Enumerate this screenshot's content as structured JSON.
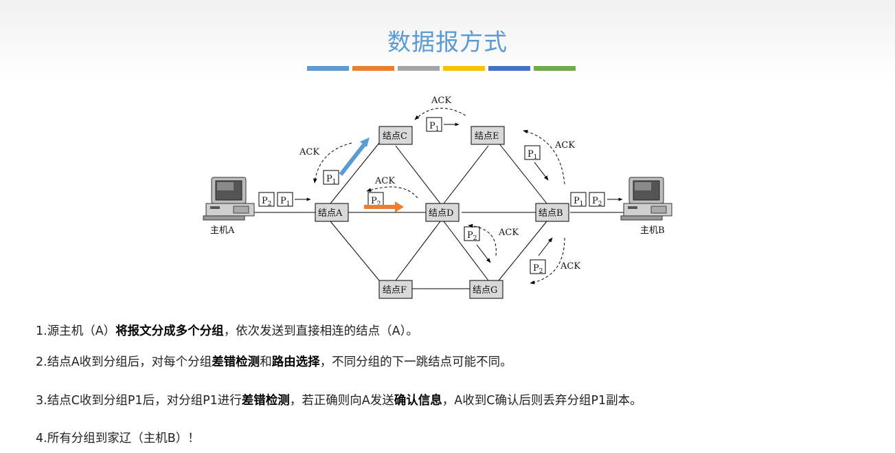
{
  "slide": {
    "title": "数据报方式"
  },
  "colors": {
    "title": "#5b9bd5",
    "accent_bars": [
      "#5b9bd5",
      "#ed7d31",
      "#a5a5a5",
      "#ffc000",
      "#4472c4",
      "#70ad47"
    ],
    "arrow_blue": "#5b9bd5",
    "arrow_orange": "#ed7d31",
    "node_fill": "#d9d9d9"
  },
  "diagram": {
    "hosts": {
      "a": "主机A",
      "b": "主机B"
    },
    "nodes": {
      "A": "结点A",
      "B": "结点B",
      "C": "结点C",
      "D": "结点D",
      "E": "结点E",
      "F": "结点F",
      "G": "结点G"
    },
    "packet_label": "P",
    "packet_subs": {
      "one": "1",
      "two": "2"
    },
    "ack": "ACK"
  },
  "steps": [
    {
      "n": "1.",
      "parts": [
        {
          "t": "源主机（A）",
          "b": false
        },
        {
          "t": "将报文分成多个分组",
          "b": true
        },
        {
          "t": "，依次发送到直接相连的结点（A）。",
          "b": false
        }
      ]
    },
    {
      "n": "2.",
      "parts": [
        {
          "t": "结点A收到分组后，对每个分组",
          "b": false
        },
        {
          "t": "差错检测",
          "b": true
        },
        {
          "t": "和",
          "b": false
        },
        {
          "t": "路由选择",
          "b": true
        },
        {
          "t": "，不同分组的下一跳结点可能不同。",
          "b": false
        }
      ]
    },
    {
      "n": "3.",
      "parts": [
        {
          "t": "结点C收到分组P1后，对分组P1进行",
          "b": false
        },
        {
          "t": "差错检测",
          "b": true
        },
        {
          "t": "，若正确则向A发送",
          "b": false
        },
        {
          "t": "确认信息",
          "b": true
        },
        {
          "t": "，A收到C确认后则丢弃分组P1副本。",
          "b": false
        }
      ]
    },
    {
      "n": "4.",
      "parts": [
        {
          "t": "所有分组到家辽（主机B）！",
          "b": false
        }
      ]
    }
  ]
}
